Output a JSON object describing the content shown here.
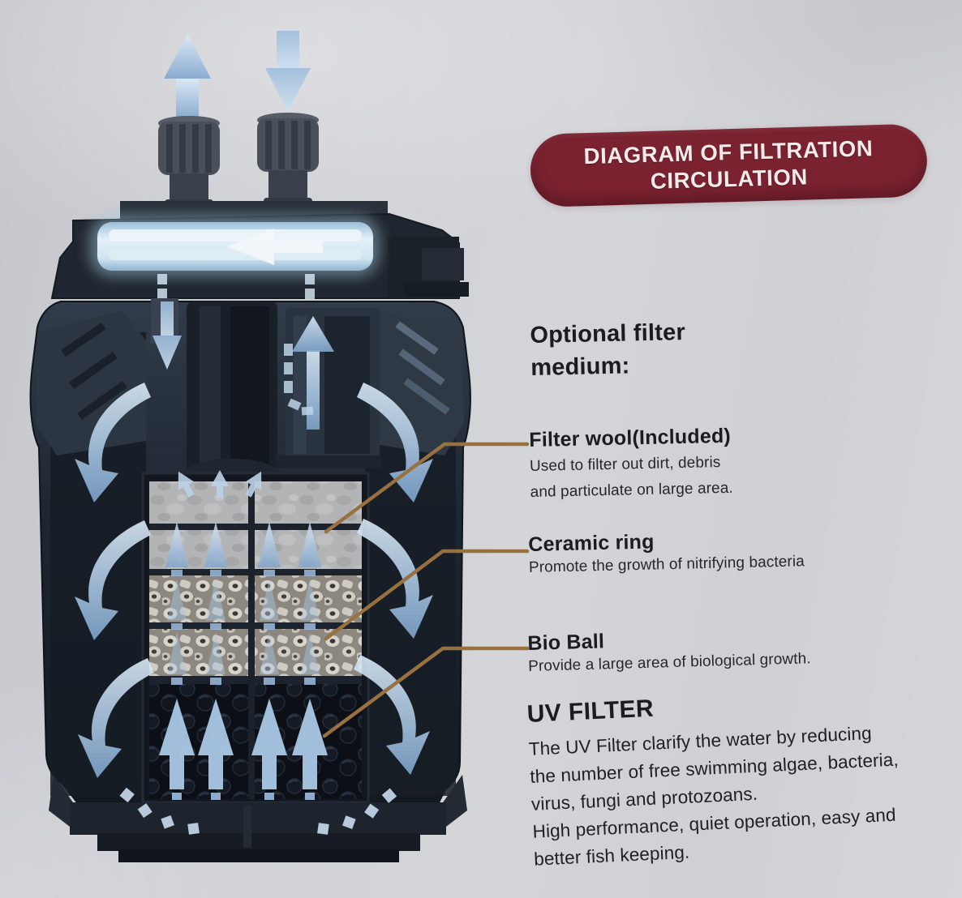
{
  "banner": {
    "lines": [
      "DIAGRAM OF FILTRATION",
      "CIRCULATION"
    ],
    "bg_color": "#7b2230",
    "text_color": "#f2eceb"
  },
  "headings": {
    "optional_medium": {
      "lines": [
        "Optional filter",
        "medium:"
      ]
    }
  },
  "labels": {
    "filter_wool": {
      "title": "Filter wool(Included)",
      "desc_lines": [
        "Used to filter out dirt, debris",
        "and particulate on large area."
      ]
    },
    "ceramic_ring": {
      "title": "Ceramic ring",
      "desc_lines": [
        "Promote the growth of nitrifying bacteria"
      ]
    },
    "bio_ball": {
      "title": "Bio Ball",
      "desc_lines": [
        "Provide a large area of biological growth."
      ]
    },
    "uv_filter": {
      "title": "UV FILTER",
      "desc_lines": [
        "The UV Filter clarify the water by reducing",
        "the number of free swimming algae, bacteria,",
        "virus, fungi and protozoans.",
        "High performance, quiet operation, easy and",
        "better fish keeping."
      ]
    }
  },
  "diagram": {
    "subject": "aquarium canister filter cutaway showing filtration circulation",
    "parts": [
      "outlet-valve",
      "inlet-valve",
      "uv-lamp-chamber",
      "pump-head",
      "filter-wool-tray",
      "ceramic-ring-tray",
      "bio-ball-tray",
      "base"
    ],
    "flow_arrow_color": "#a9c4e0",
    "leader_line_color": "#97713f",
    "body_color": "#1d2530",
    "uv_glow_color": "#d8e9f4",
    "background_color": "#cfd0d5",
    "text_color": "#1b1c1e"
  }
}
